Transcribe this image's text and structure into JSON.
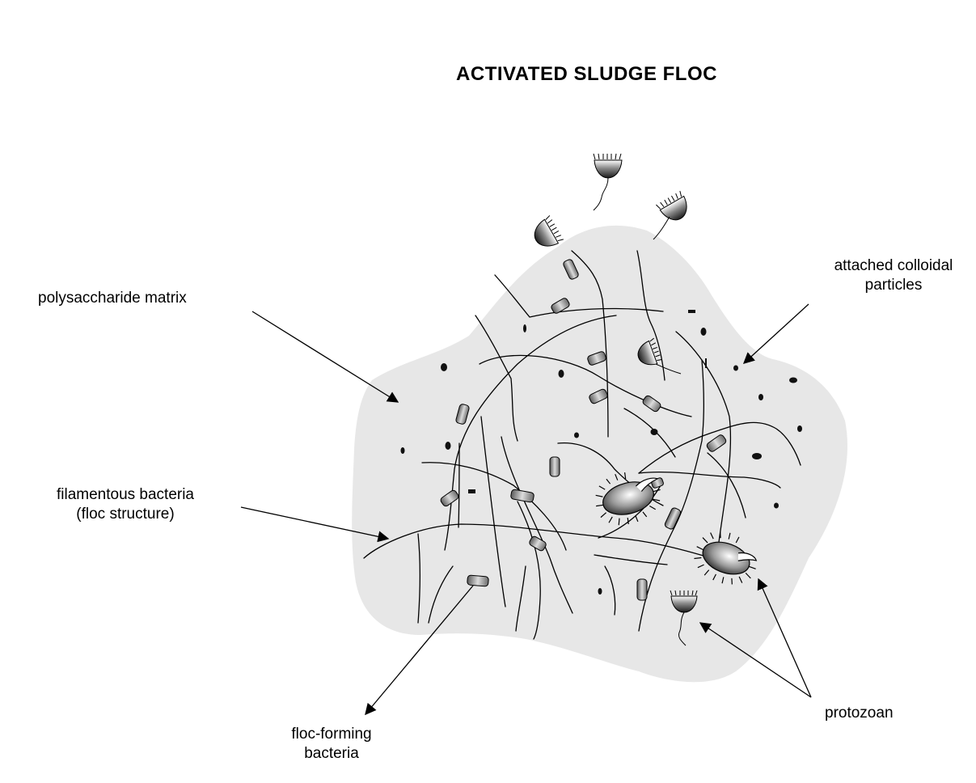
{
  "title": "ACTIVATED SLUDGE FLOC",
  "labels": {
    "matrix": "polysaccharide   matrix",
    "colloidal_1": "attached colloidal",
    "colloidal_2": "particles",
    "filamentous_1": "filamentous bacteria",
    "filamentous_2": "(floc structure)",
    "floc_forming_1": "floc-forming",
    "floc_forming_2": "bacteria",
    "protozoan": "protozoan"
  },
  "colors": {
    "floc_fill": "#e7e7e7",
    "ink": "#000000"
  }
}
